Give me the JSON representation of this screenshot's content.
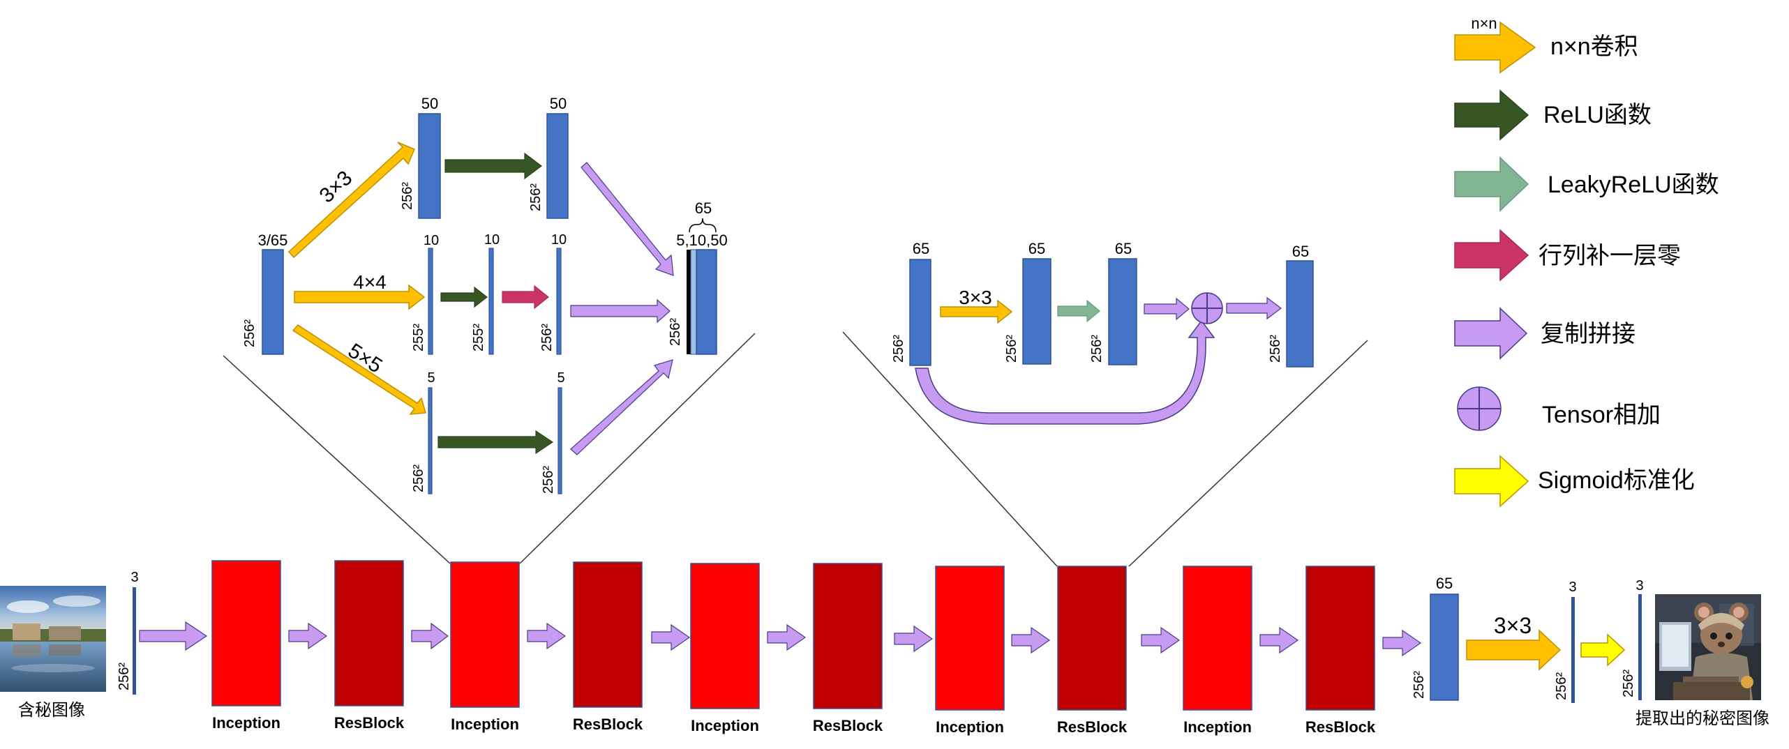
{
  "legend": {
    "conv": {
      "tag": "n×n",
      "label": "n×n卷积"
    },
    "relu": {
      "label": "ReLU函数"
    },
    "leaky": {
      "label": "LeakyReLU函数"
    },
    "pad": {
      "label": "行列补一层零"
    },
    "concat": {
      "label": "复制拼接"
    },
    "add": {
      "label": "Tensor相加"
    },
    "sigmoid": {
      "label": "Sigmoid标准化"
    }
  },
  "inception": {
    "input_channels": "3/65",
    "input_size": "256²",
    "branch1": {
      "conv": "3×3",
      "ch_a": "50",
      "ch_b": "50",
      "size_a": "256²",
      "size_b": "256²"
    },
    "branch2": {
      "conv": "4×4",
      "ch_a": "10",
      "ch_b": "10",
      "ch_c": "10",
      "size_a": "255²",
      "size_b": "255²",
      "size_c": "256²"
    },
    "branch3": {
      "conv": "5×5",
      "ch_a": "5",
      "ch_b": "5",
      "size_a": "256²",
      "size_b": "256²"
    },
    "output_total": "65",
    "output_parts": "5,10,50",
    "output_size": "256²"
  },
  "resblock": {
    "in_ch": "65",
    "mid1_ch": "65",
    "mid2_ch": "65",
    "out_ch": "65",
    "conv": "3×3",
    "in_size": "256²",
    "mid1_size": "256²",
    "mid2_size": "256²",
    "out_size": "256²"
  },
  "pipeline": {
    "input_caption": "含秘图像",
    "input_ch": "3",
    "input_size": "256²",
    "blocks": [
      "Inception",
      "ResBlock",
      "Inception",
      "ResBlock",
      "Inception",
      "ResBlock",
      "Inception",
      "ResBlock",
      "Inception",
      "ResBlock"
    ],
    "feature_ch": "65",
    "feature_size": "256²",
    "final_conv": "3×3",
    "conv_out_ch": "3",
    "conv_out_size": "256²",
    "sig_out_ch": "3",
    "sig_out_size": "256²",
    "output_caption": "提取出的秘密图像"
  },
  "colors": {
    "conv": "#FFC000",
    "relu": "#375623",
    "leaky": "#82B593",
    "pad": "#CC3366",
    "concat": "#C79BF2",
    "sigmoid": "#FFFF00",
    "tensor": "#4472C4",
    "inception": "#FF0000",
    "resblock": "#C00000"
  }
}
